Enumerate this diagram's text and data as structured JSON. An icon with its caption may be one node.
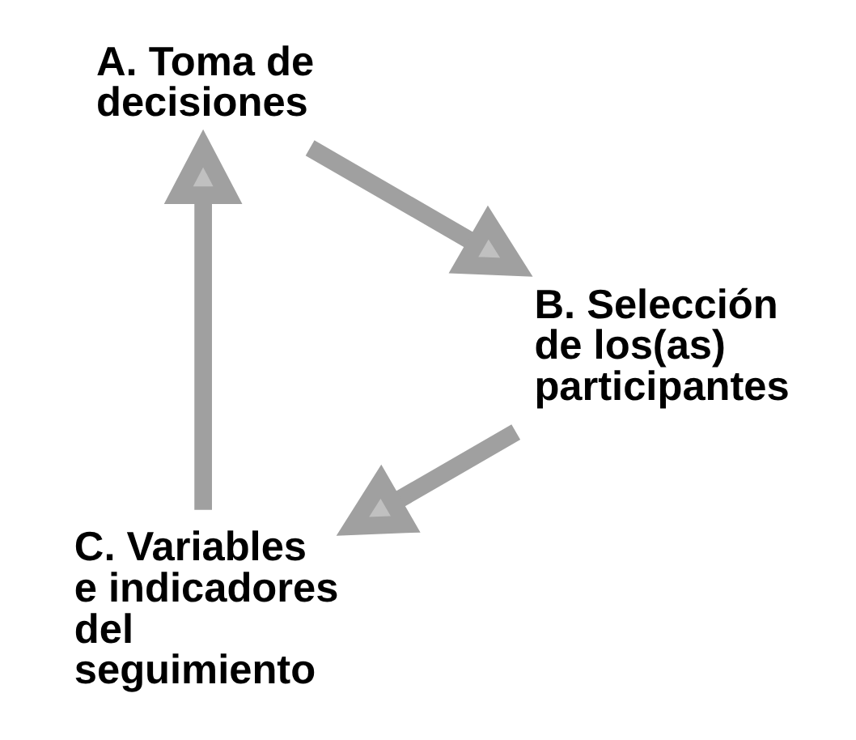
{
  "diagram": {
    "nodes": [
      {
        "text": [
          "C. Variables e indicadores del seguimiento"
        ]
      },
      {
        "text": [
          "A. Toma de decisiones"
        ]
      },
      {
        "text": [
          "B. Selección de los(as) participantes"
        ]
      }
    ],
    "edges": [
      {
        "from": 0,
        "to": 1,
        "arrow": "to"
      },
      {
        "from": 1,
        "to": 2,
        "arrow": "to"
      },
      {
        "from": 2,
        "to": 0,
        "arrow": "to"
      }
    ]
  }
}
